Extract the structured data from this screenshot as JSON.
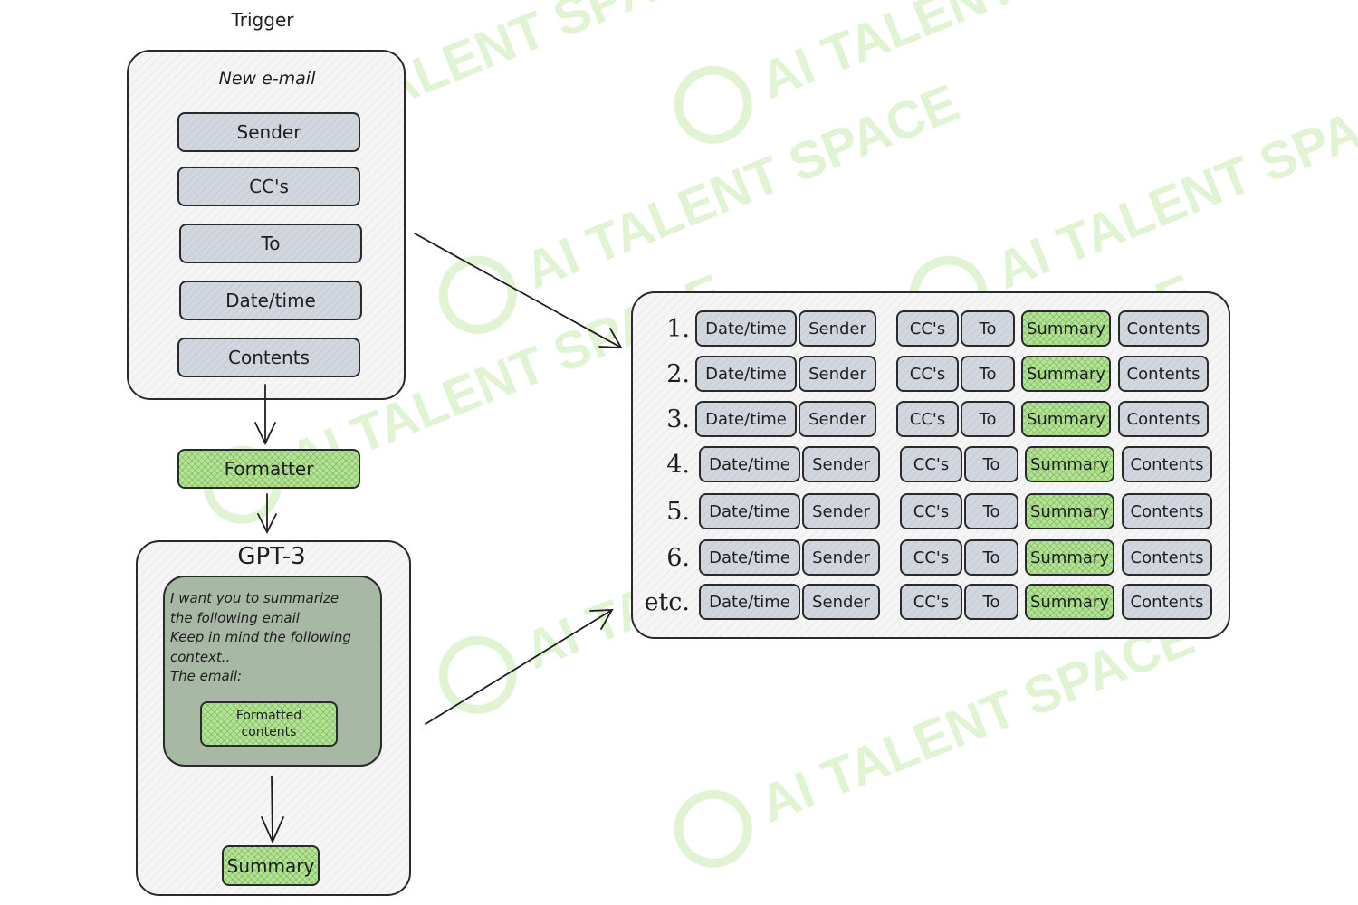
{
  "trigger": {
    "label": "Trigger",
    "card_title": "New e-mail",
    "fields": [
      "Sender",
      "CC's",
      "To",
      "Date/time",
      "Contents"
    ]
  },
  "formatter": {
    "label": "Formatter"
  },
  "gpt": {
    "title": "GPT-3",
    "prompt": "I want you to summarize\nthe following email\nKeep in mind the following\ncontext..\nThe email:",
    "formatted_contents": "Formatted\ncontents",
    "summary": "Summary"
  },
  "table": {
    "columns": [
      "Date/time",
      "Sender",
      "CC's",
      "To",
      "Summary",
      "Contents"
    ],
    "rows": [
      "1.",
      "2.",
      "3.",
      "4.",
      "5.",
      "6.",
      "etc."
    ]
  },
  "watermark": {
    "text": "AI TALENT SPACE",
    "color": "#c6ecb0"
  },
  "colors": {
    "green": "#b3e394",
    "gray": "#d1d6df",
    "dark_green": "#a7b8a4"
  }
}
